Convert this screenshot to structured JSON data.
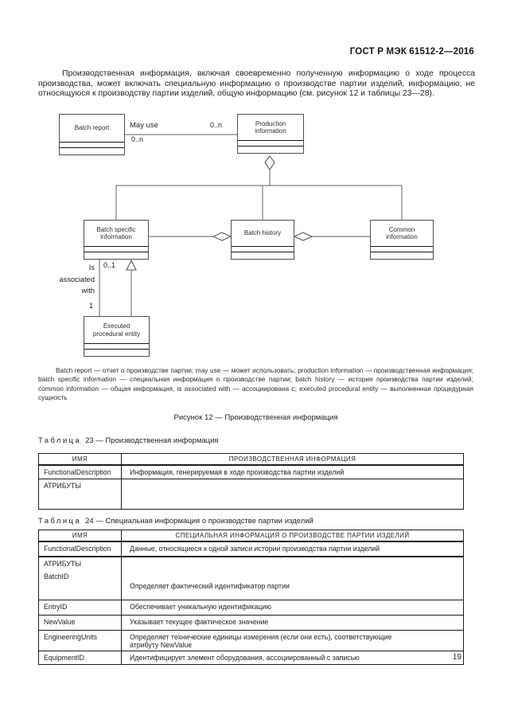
{
  "doc": {
    "standard_number": "ГОСТ Р МЭК 61512-2—2016",
    "page_number": "19",
    "intro_paragraph": "Производственная информация, включая своевременно полученную информацию о ходе процесса производства, может включать специальную информацию о производстве партии изделий, информацию, не относящуюся к производству партии изделий, общую информацию (см. рисунок 12 и таблицы 23—28)."
  },
  "diagram": {
    "boxes": {
      "batch_report": "Batch report",
      "production_information": "Production information",
      "batch_specific_information": "Batch specific information",
      "batch_history": "Batch history",
      "common_information": "Common information",
      "executed_procedural_entity": "Executed procedural entity"
    },
    "labels": {
      "may_use": "May use",
      "mult_0n_left": "0..n",
      "mult_0n_right": "0..n",
      "mult_0_1": "0..1",
      "mult_1": "1",
      "is_associated_with": "Is associated with"
    },
    "legend": "Batch report — отчет о производстве партии; may use — может использовать; production information — производственная информация; batch specific information — специальная информация о производстве партии; batch history — история производства партии изделий; common information — общая информация; is associated with — ассоциирована с; executed procedural entity — выполненная процедурная сущность",
    "figure_caption": "Рисунок 12 — Производственная информация"
  },
  "table23": {
    "label_word": "Таблица",
    "label_rest": "23 — Производственная информация",
    "headers": {
      "name": "ИМЯ",
      "value": "ПРОИЗВОДСТВЕННАЯ ИНФОРМАЦИЯ"
    },
    "rows": [
      {
        "name": "FunctionalDescription",
        "desc": "Информация, генерируемая в ходе производства партии изделий"
      },
      {
        "name": "АТРИБУТЫ",
        "desc": ""
      }
    ]
  },
  "table24": {
    "label_word": "Таблица",
    "label_rest": "24 — Специальная информация о производстве партии изделий",
    "headers": {
      "name": "ИМЯ",
      "value": "СПЕЦИАЛЬНАЯ ИНФОРМАЦИЯ О ПРОИЗВОДСТВЕ ПАРТИИ ИЗДЕЛИЙ"
    },
    "rows": [
      {
        "name": "FunctionalDescription",
        "desc": "Данные, относящиеся к одной записи истории производства партии изделий"
      },
      {
        "name": "АТРИБУТЫ",
        "name2": "BatchID",
        "desc2": "Определяет фактический идентификатор партии"
      },
      {
        "name": "EntryID",
        "desc": "Обеспечивает уникальную идентификацию"
      },
      {
        "name": "NewValue",
        "desc": "Указывает текущее фактическое значение"
      },
      {
        "name": "EngineeringUnits",
        "desc": "Определяет технические единицы измерения (если они есть), соответствующие\nатрибуту NewValue"
      },
      {
        "name": "EquipmentID",
        "desc": "Идентифицирует элемент оборудования, ассоциированный с записью"
      }
    ]
  }
}
